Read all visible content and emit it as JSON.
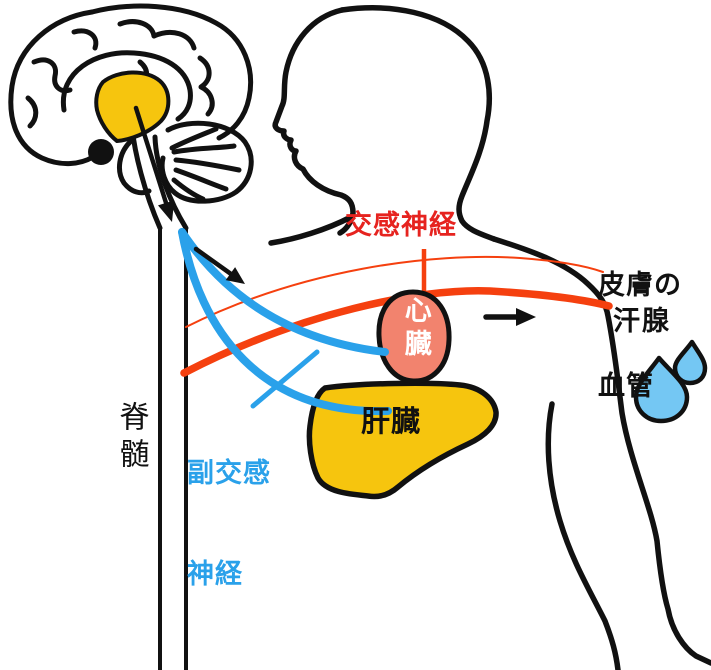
{
  "diagram": {
    "title_implicit": "autonomic nervous system (sympathetic / parasympathetic) diagram",
    "labels": {
      "sympathetic_nerve": "交感神経",
      "parasympathetic_line1": "副交感",
      "parasympathetic_line2": "神経",
      "spinal_cord": "脊髄",
      "heart": "心臓",
      "liver": "肝臓",
      "skin_vessels_line1": "皮膚の",
      "skin_vessels_line2": "血管",
      "sweat_gland": "汗腺"
    },
    "colors": {
      "sympathetic_line_red": "#f5400f",
      "sympathetic_text_red": "#e6231f",
      "parasympathetic_blue": "#2aa1ea",
      "organ_yellow": "#f6c50e",
      "heart_salmon": "#f2836e",
      "droplet_blue": "#74c7f3",
      "outline_black": "#111111"
    }
  }
}
